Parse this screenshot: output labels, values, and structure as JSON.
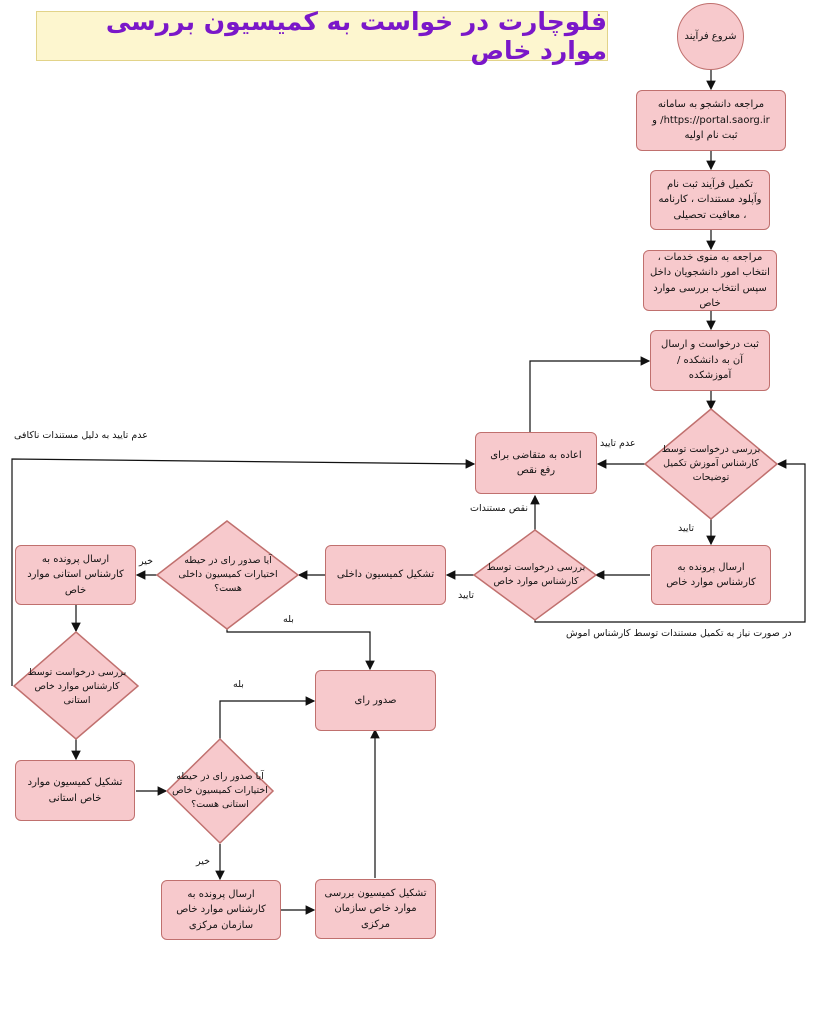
{
  "title": "فلوچارت در خواست به کمیسیون بررسی موارد خاص",
  "nodes": {
    "start": "شروع فرآیند",
    "step1": "مراجعه دانشجو به سامانه https://portal.saorg.ir/ و ثبت نام اولیه",
    "step2": "تکمیل فرآیند ثبت نام وآپلود مستندات ، کارنامه ، معافیت تحصیلی",
    "step3": "مراجعه به منوی خدمات ، انتخاب امور دانشجویان داخل سپس انتخاب بررسی موارد خاص",
    "step4": "ثبت درخواست و ارسال آن به دانشکده /آموزشکده",
    "decision_edu": "بررسی درخواست توسط کارشناس آموزش تکمیل توضیحات",
    "return_applicant": "اعاده به متقاضی برای رفع نقص",
    "send_expert": "ارسال پرونده به کارشناس موارد خاص",
    "decision_expert": "بررسی درخواست توسط کارشناس موارد خاص",
    "internal_commission": "تشکیل کمیسیون داخلی",
    "decision_internal": "آیا صدور رای در حیطه اختیارات کمیسیون داخلی هست؟",
    "send_provincial": "ارسال پرونده به کارشناس استانی موارد خاص",
    "verdict": "صدور رای",
    "decision_provincial_expert": "بررسی درخواست توسط کارشناس موارد خاص استانی",
    "provincial_commission": "تشکیل کمیسیون موارد خاص استانی",
    "decision_provincial": "آیا صدور رای در حیطه اختیارات کمیسیون خاص استانی هست؟",
    "send_central": "ارسال پرونده به کارشناس موارد خاص سازمان مرکزی",
    "central_commission": "تشکیل کمیسیون بررسی موارد خاص سازمان مرکزی"
  },
  "labels": {
    "not_approved": "عدم تایید",
    "not_approved_docs": "عدم تایید به دلیل مستندات ناکافی",
    "approved_1": "تایید",
    "approved_2": "تایید",
    "doc_deficiency": "نقص مستندات",
    "no_1": "خیر",
    "yes_1": "بله",
    "yes_2": "بله",
    "no_2": "خیر",
    "if_needed": "در صورت نیاز به تکمیل مستندات توسط کارشناس اموش"
  },
  "colors": {
    "node_fill": "#f7c9cc",
    "node_border": "#c0706e",
    "title_bg": "#fdf6cf",
    "title_text": "#7a17c9"
  }
}
